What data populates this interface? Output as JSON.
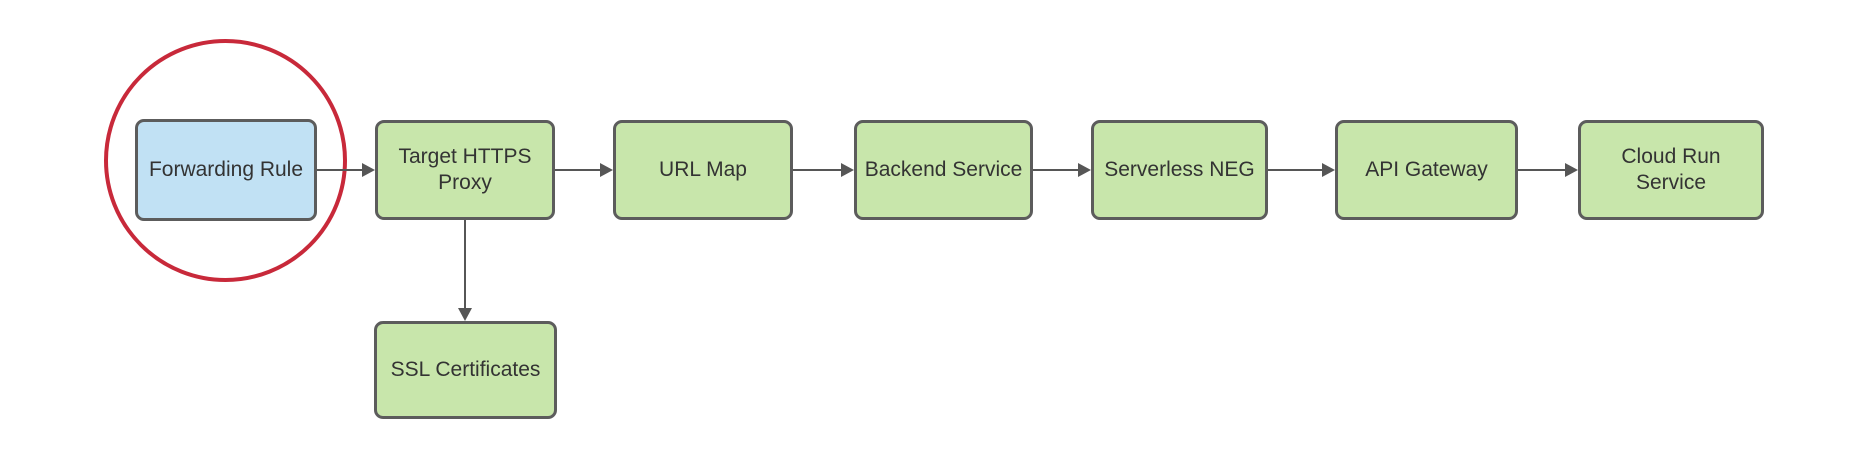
{
  "diagram": {
    "nodes": [
      {
        "id": "forwarding-rule",
        "label": "Forwarding Rule",
        "fill": "blue",
        "highlighted": true
      },
      {
        "id": "target-https-proxy",
        "label": "Target HTTPS Proxy",
        "fill": "green",
        "highlighted": false
      },
      {
        "id": "url-map",
        "label": "URL Map",
        "fill": "green",
        "highlighted": false
      },
      {
        "id": "backend-service",
        "label": "Backend Service",
        "fill": "green",
        "highlighted": false
      },
      {
        "id": "serverless-neg",
        "label": "Serverless NEG",
        "fill": "green",
        "highlighted": false
      },
      {
        "id": "api-gateway",
        "label": "API Gateway",
        "fill": "green",
        "highlighted": false
      },
      {
        "id": "cloud-run-service",
        "label": "Cloud Run Service",
        "fill": "green",
        "highlighted": false
      },
      {
        "id": "ssl-certificates",
        "label": "SSL Certificates",
        "fill": "green",
        "highlighted": false
      }
    ],
    "edges": [
      {
        "from": "forwarding-rule",
        "to": "target-https-proxy",
        "direction": "right"
      },
      {
        "from": "target-https-proxy",
        "to": "url-map",
        "direction": "right"
      },
      {
        "from": "url-map",
        "to": "backend-service",
        "direction": "right"
      },
      {
        "from": "backend-service",
        "to": "serverless-neg",
        "direction": "right"
      },
      {
        "from": "serverless-neg",
        "to": "api-gateway",
        "direction": "right"
      },
      {
        "from": "api-gateway",
        "to": "cloud-run-service",
        "direction": "right"
      },
      {
        "from": "target-https-proxy",
        "to": "ssl-certificates",
        "direction": "down"
      }
    ],
    "annotation": {
      "type": "ellipse",
      "highlights": "Forwarding Rule"
    },
    "colors": {
      "node_green": "#c8e6ab",
      "node_blue": "#c1e1f4",
      "node_border": "#5c5c5c",
      "arrow": "#565656",
      "highlight": "#c8293a",
      "text": "#333333",
      "canvas_bg": "#ffffff"
    }
  }
}
